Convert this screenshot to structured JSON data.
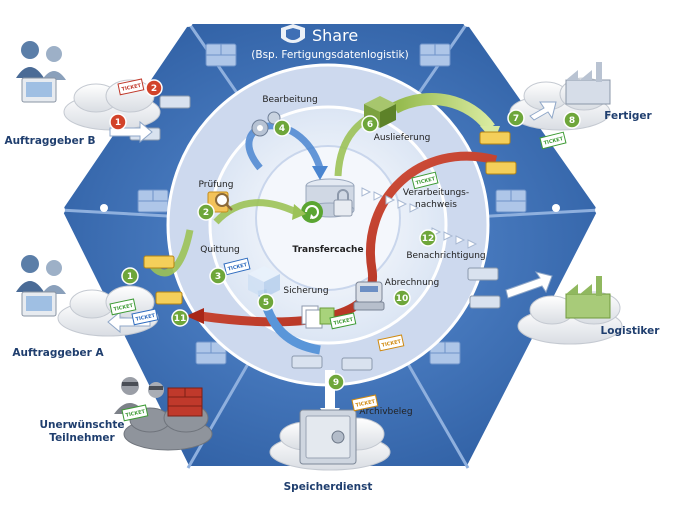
{
  "title": "Share",
  "subtitle": "(Bsp. Fertigungsdatenlogistik)",
  "center_label": "Transfercache",
  "ticket_text": "TICKET",
  "labels": {
    "bearbeitung": "Bearbeitung",
    "auslieferung": "Auslieferung",
    "pruefung": "Prüfung",
    "verarbeitung_1": "Verarbeitungs-",
    "verarbeitung_2": "nachweis",
    "quittung": "Quittung",
    "benachrichtigung": "Benachrichtigung",
    "abrechnung": "Abrechnung",
    "sicherung": "Sicherung",
    "archivbeleg": "Archivbeleg"
  },
  "actors": {
    "auftraggeber_b": "Auftraggeber B",
    "auftraggeber_a": "Auftraggeber A",
    "fertiger": "Fertiger",
    "logistiker": "Logistiker",
    "unerwuenschte_1": "Unerwünschte",
    "unerwuenschte_2": "Teilnehmer",
    "speicherdienst": "Speicherdienst"
  },
  "badges": [
    "1",
    "2",
    "1",
    "2",
    "3",
    "4",
    "5",
    "6",
    "7",
    "8",
    "9",
    "10",
    "11",
    "12"
  ],
  "colors": {
    "hexagon": "#3e6fb5",
    "hexagon_dark": "#2c5593",
    "ring_outer": "#c9d6ec",
    "ring_inner": "#e6edf7",
    "badge_green": "#6ea63a",
    "badge_red": "#d2432a",
    "arrow_green": "#b8d47a",
    "arrow_red": "#c0392b",
    "arrow_blue": "#3a78c2",
    "actor_text": "#1f3e6e"
  }
}
